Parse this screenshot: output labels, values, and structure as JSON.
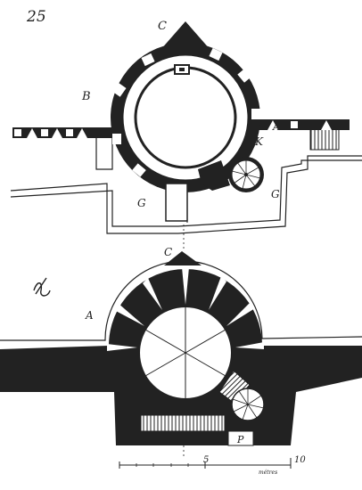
{
  "plate": {
    "number": "25"
  },
  "upper_plan": {
    "labels": {
      "c": "C",
      "b": "B",
      "a": "A",
      "k": "K",
      "g_left": "G",
      "g_right": "G"
    }
  },
  "lower_plan": {
    "labels": {
      "c": "C",
      "a": "A",
      "p": "P"
    }
  },
  "scale_bar": {
    "tick_5": "5",
    "tick_10": "10",
    "unit": "métres"
  },
  "colors": {
    "ink": "#222222",
    "paper": "#ffffff"
  }
}
